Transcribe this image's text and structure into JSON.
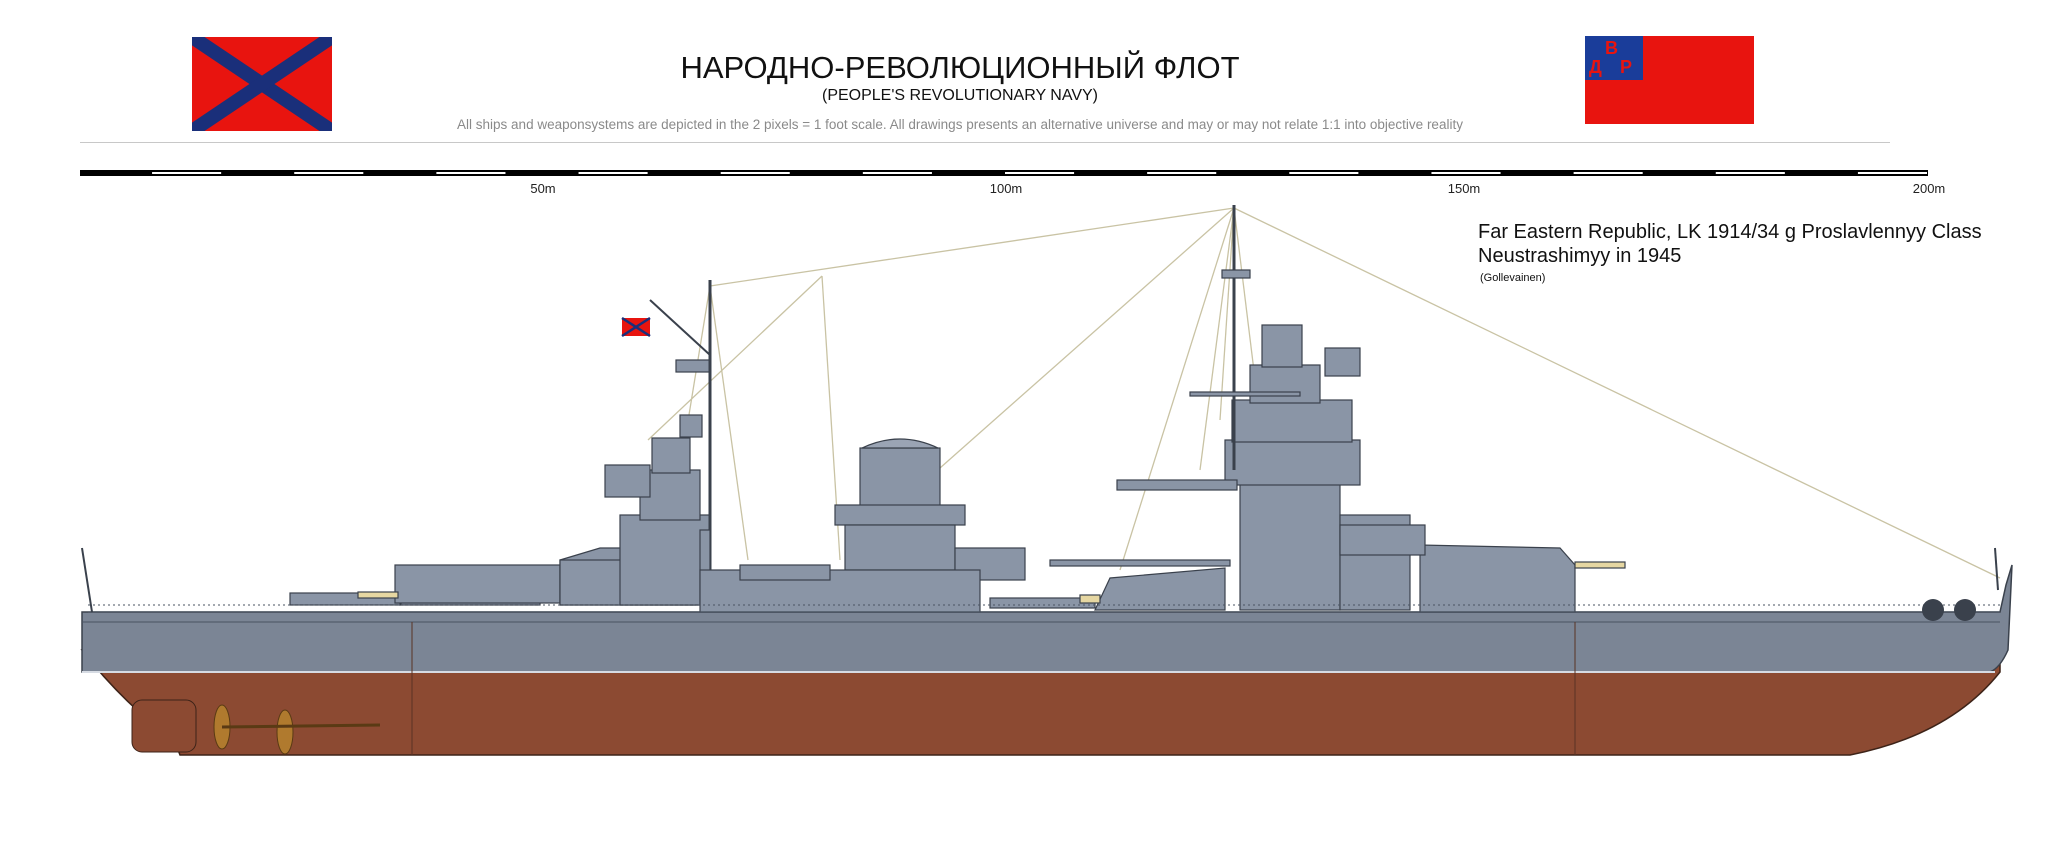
{
  "header": {
    "title": "НАРОДНО-РЕВОЛЮЦИОННЫЙ ФЛОТ",
    "subtitle": "(PEOPLE'S REVOLUTIONARY NAVY)",
    "note": "All ships and weaponsystems are depicted in the 2 pixels = 1 foot scale. All drawings presents an alternative universe and may or may not relate 1:1 into objective reality"
  },
  "flags": {
    "left": {
      "field": "#e8140f",
      "cross": "#1a2f7a",
      "icon": "saltire-flag"
    },
    "right": {
      "field": "#e8140f",
      "canton": "#1a3d9a",
      "letters": [
        "В",
        "Д",
        "Р"
      ],
      "icon": "far-eastern-republic-flag"
    }
  },
  "scale": {
    "labels": [
      "50m",
      "100m",
      "150m",
      "200m"
    ]
  },
  "ship": {
    "title_line1": "Far Eastern Republic, LK 1914/34 g Proslavlennyy Class",
    "title_line2": "Neustrashimyy in 1945",
    "credit": "(Gollevainen)",
    "colors": {
      "hull_gray": "#7b8595",
      "superstructure": "#8a95a6",
      "hull_red": "#8c4a32",
      "deck_line": "#4a5361"
    }
  }
}
